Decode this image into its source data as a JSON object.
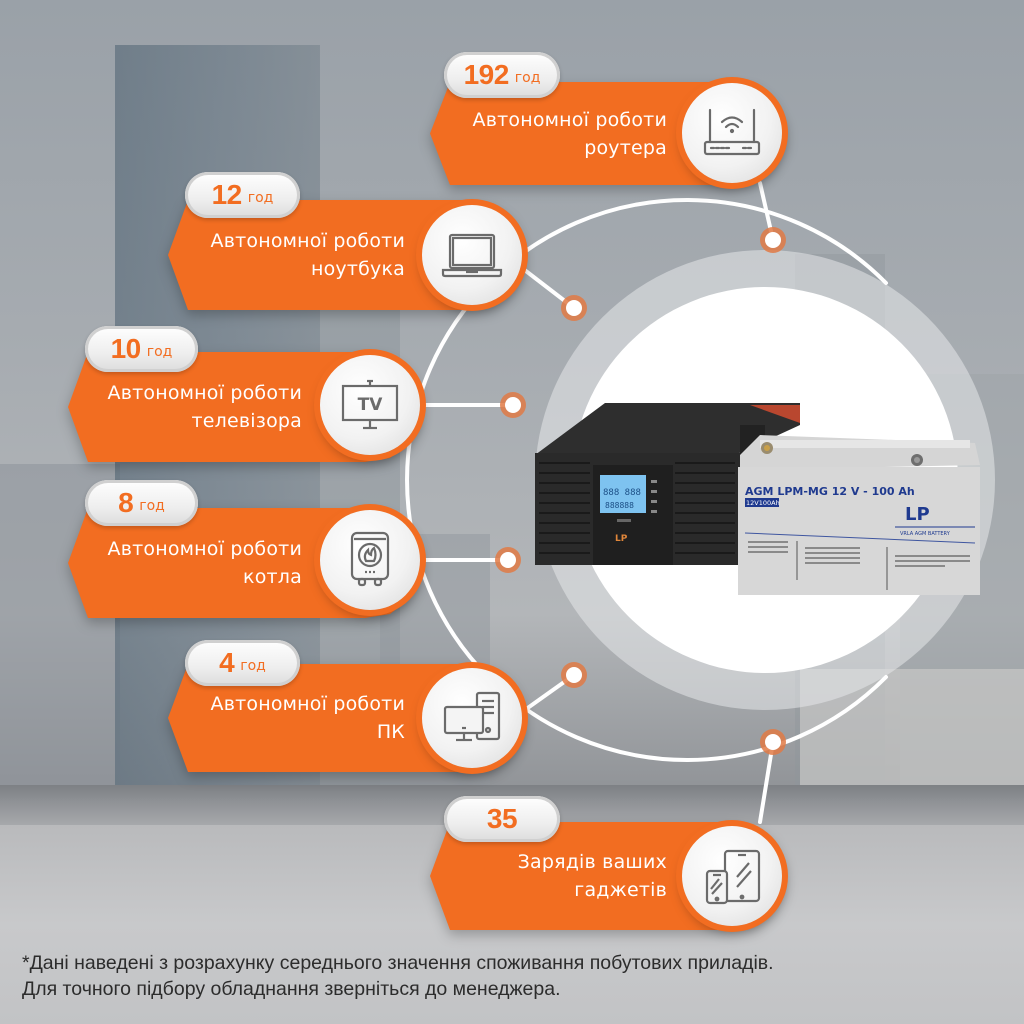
{
  "brand_color": "#f26d21",
  "items": [
    {
      "value": "192",
      "unit": "год",
      "line1": "Автономної роботи",
      "line2": "роутера",
      "icon": "router-icon"
    },
    {
      "value": "12",
      "unit": "год",
      "line1": "Автономної роботи",
      "line2": "ноутбука",
      "icon": "laptop-icon"
    },
    {
      "value": "10",
      "unit": "год",
      "line1": "Автономної роботи",
      "line2": "телевізора",
      "icon": "tv-icon",
      "icon_text": "TV"
    },
    {
      "value": "8",
      "unit": "год",
      "line1": "Автономної роботи",
      "line2": "котла",
      "icon": "boiler-icon"
    },
    {
      "value": "4",
      "unit": "год",
      "line1": "Автономної роботи",
      "line2": "ПК",
      "icon": "desktop-pc-icon"
    },
    {
      "value": "35",
      "unit": "",
      "line1": "Зарядів ваших",
      "line2": "гаджетів",
      "icon": "phone-tablet-icon"
    }
  ],
  "product": {
    "inverter_brand": "LP",
    "battery_title": "AGM LPM-MG 12 V - 100 Ah",
    "battery_tag": "12V100Ah",
    "battery_brand": "LP",
    "battery_subtitle": "VRLA AGM BATTERY",
    "lcd_digits_top": "888 888",
    "lcd_digits_bottom": "888888"
  },
  "footnote": {
    "line1": "*Дані наведені з розрахунку середнього значення споживання побутових приладів.",
    "line2": "Для точного підбору обладнання зверніться до менеджера."
  }
}
